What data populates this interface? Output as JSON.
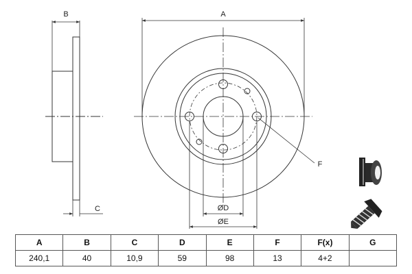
{
  "drawing": {
    "labels": {
      "a": "A",
      "b": "B",
      "c": "C",
      "f": "F",
      "d": "ØD",
      "e": "ØE"
    }
  },
  "icons": [
    "brake-disc-icon",
    "screw-icon"
  ],
  "table": {
    "headers": [
      "A",
      "B",
      "C",
      "D",
      "E",
      "F",
      "F(x)",
      "G"
    ],
    "values": [
      "240,1",
      "40",
      "10,9",
      "59",
      "98",
      "13",
      "4+2",
      ""
    ]
  }
}
